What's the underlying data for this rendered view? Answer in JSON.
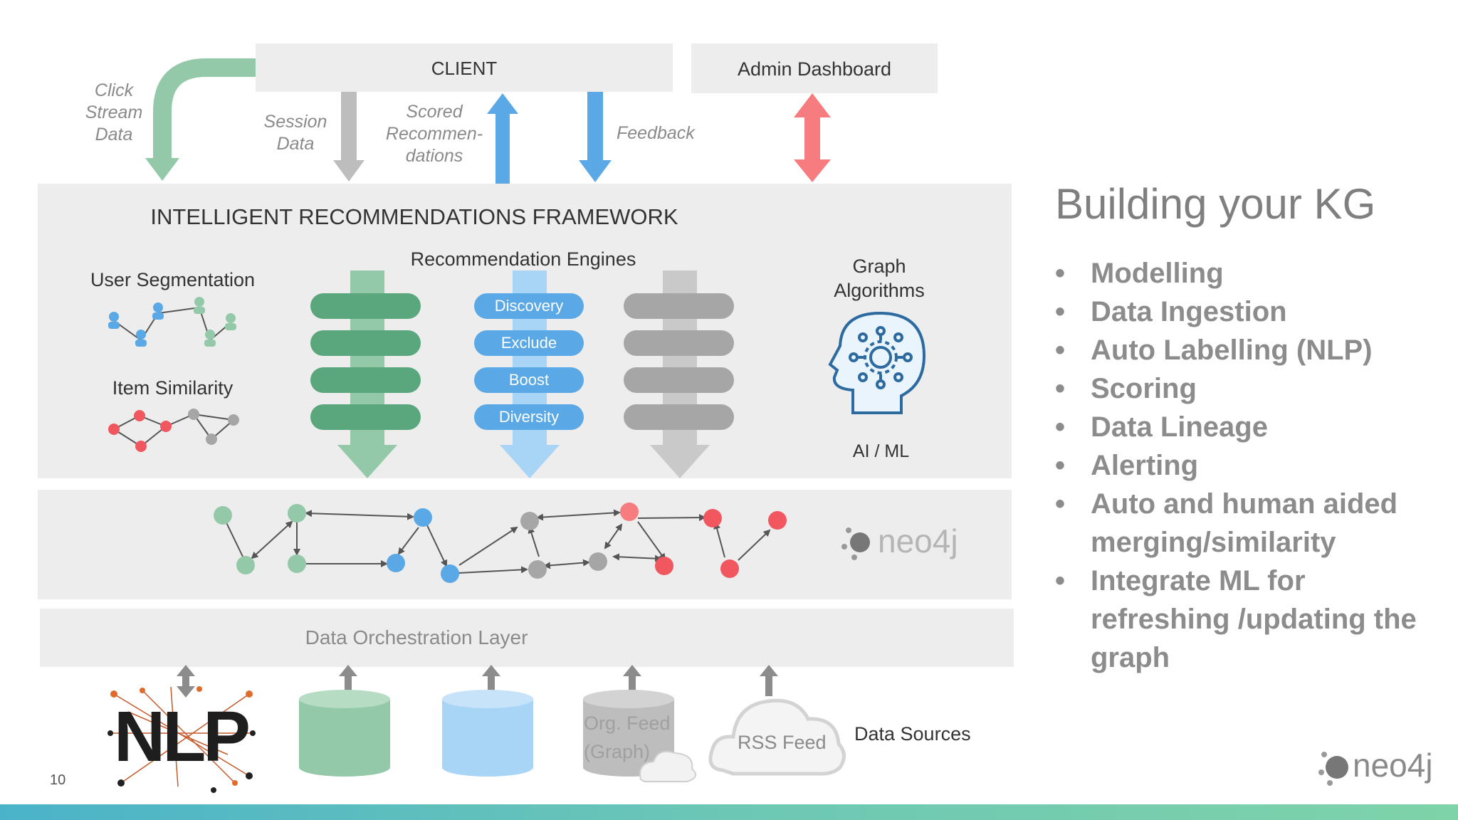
{
  "client_label": "CLIENT",
  "admin_label": "Admin Dashboard",
  "flows": {
    "click_stream": "Click\nStream\nData",
    "session": "Session\nData",
    "scored": "Scored\nRecommen-\ndations",
    "feedback": "Feedback"
  },
  "framework": {
    "title": "INTELLIGENT RECOMMENDATIONS FRAMEWORK",
    "engines_label": "Recommendation Engines",
    "user_seg": "User Segmentation",
    "item_sim": "Item Similarity",
    "graph_algo": "Graph\nAlgorithms",
    "aiml": "AI / ML",
    "engine_steps": [
      "Discovery",
      "Exclude",
      "Boost",
      "Diversity"
    ]
  },
  "neo4j_mid": "neo4j",
  "orchestration": "Data Orchestration Layer",
  "sources": {
    "nlp": "NLP",
    "org_feed": "Org. Feed\n(Graph)",
    "rss": "RSS Feed",
    "label": "Data Sources"
  },
  "page_number": "10",
  "neo4j_logo": "neo4j",
  "right": {
    "title": "Building your KG",
    "bullets": [
      "Modelling",
      "Data Ingestion",
      "Auto Labelling (NLP)",
      "Scoring",
      "Data Lineage",
      "Alerting",
      "Auto and human aided merging/similarity",
      "Integrate ML for refreshing /updating the graph"
    ]
  },
  "colors": {
    "green": "#5aa77e",
    "light_green": "#93c9a8",
    "blue": "#5aa9e6",
    "light_blue": "#a8d4f5",
    "gray": "#a6a6a6",
    "red": "#f0575f",
    "panel": "#ededed",
    "title_gray": "#7f7f7f"
  }
}
